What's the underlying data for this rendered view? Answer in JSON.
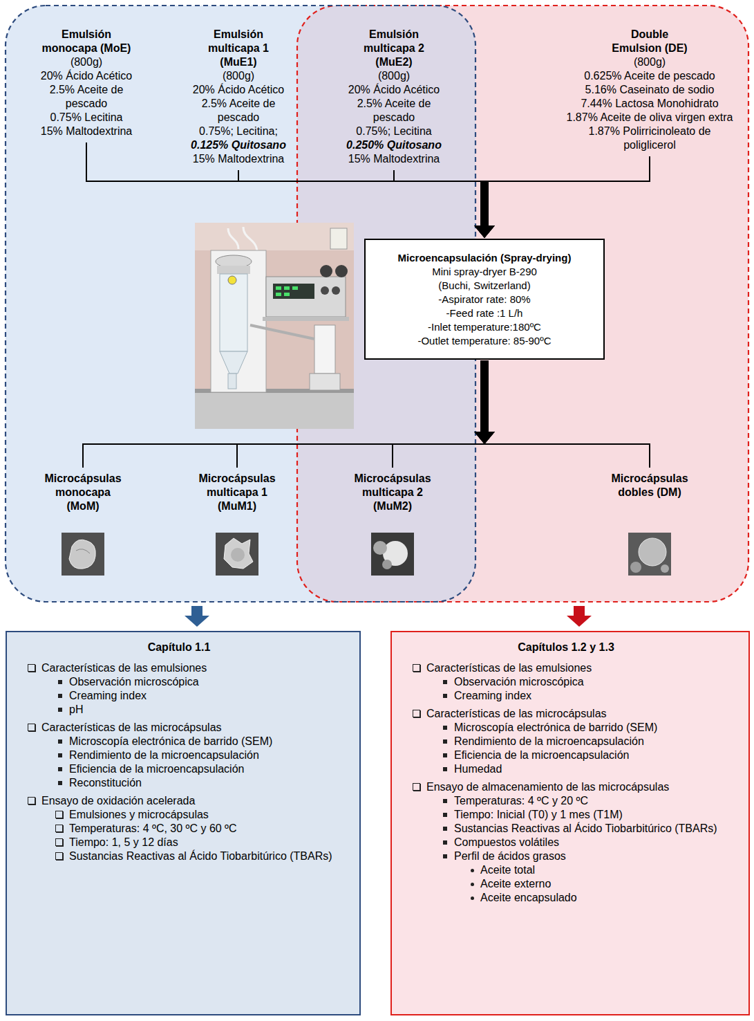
{
  "diagram": {
    "nodes": [
      {
        "text": [
          "Emulsión monocapa (MoE)",
          "(800g)",
          "20% Ácido Acético",
          "2.5% Aceite de pescado",
          "0.75% Lecitina",
          "15% Maltodextrina"
        ]
      },
      {
        "text": [
          "Emulsión multicapa 1 (MuE1)",
          "(800g)",
          "20% Ácido Acético",
          "2.5% Aceite de pescado",
          "0.75%; Lecitina;",
          "0.125% Quitosano",
          "15% Maltodextrina"
        ]
      },
      {
        "text": [
          "Emulsión multicapa 2 (MuE2)",
          "(800g)",
          "20% Ácido Acético",
          "2.5% Aceite de pescado",
          "0.75%; Lecitina",
          "0.250% Quitosano",
          "15% Maltodextrina"
        ]
      },
      {
        "text": [
          "Double Emulsion (DE)",
          "(800g)",
          "0.625% Aceite de pescado",
          "5.16% Caseinato de sodio",
          "7.44% Lactosa Monohidrato",
          "1.87% Aceite de oliva virgen extra",
          "1.87% Polirricinoleato de poliglicerol"
        ]
      },
      {
        "text": [
          "Microencapsulación (Spray-drying)",
          "Mini spray-dryer B-290",
          "(Buchi, Switzerland)",
          "-Aspirator rate: 80%",
          "-Feed rate :1 L/h",
          "-Inlet temperature:180ºC",
          "-Outlet temperature: 85-90ºC"
        ]
      },
      {
        "text": [
          "Microcápsulas monocapa (MoM)"
        ]
      },
      {
        "text": [
          "Microcápsulas multicapa 1 (MuM1)"
        ]
      },
      {
        "text": [
          "Microcápsulas multicapa 2 (MuM2)"
        ]
      },
      {
        "text": [
          "Microcápsulas dobles (DM)"
        ]
      },
      {
        "text": [
          "Capítulo 1.1",
          "Características de las emulsiones",
          "Observación microscópica",
          "Creaming index",
          "pH",
          "Características de las microcápsulas",
          "Microscopía electrónica de barrido (SEM)",
          "Rendimiento de la microencapsulación",
          "Eficiencia de la microencapsulación",
          "Reconstitución",
          "Ensayo de oxidación acelerada",
          "Emulsiones y microcápsulas",
          "Temperaturas: 4 ºC, 30 ºC y 60 ºC",
          "Tiempo: 1, 5 y 12 días",
          "Sustancias Reactivas al Ácido Tiobarbitúrico (TBARs)"
        ]
      },
      {
        "text": [
          "Capítulos 1.2 y 1.3",
          "Características de las emulsiones",
          "Observación microscópica",
          "Creaming index",
          "Características de las microcápsulas",
          "Microscopía electrónica de barrido (SEM)",
          "Rendimiento de la microencapsulación",
          "Eficiencia de la microencapsulación",
          "Humedad",
          "Ensayo de almacenamiento de las microcápsulas",
          "Temperaturas: 4 ºC y 20 ºC",
          "Tiempo: Inicial (T0) y 1 mes (T1M)",
          "Sustancias Reactivas al Ácido Tiobarbitúrico (TBARs)",
          "Compuestos volátiles",
          "Perfil de ácidos grasos",
          "Aceite total",
          "Aceite externo",
          "Aceite encapsulado"
        ]
      }
    ],
    "edges": [
      {
        "from": 0,
        "to": 4,
        "arrow": "to"
      },
      {
        "from": 1,
        "to": 4,
        "arrow": "to"
      },
      {
        "from": 2,
        "to": 4,
        "arrow": "to"
      },
      {
        "from": 3,
        "to": 4,
        "arrow": "to"
      },
      {
        "from": 4,
        "to": 5,
        "arrow": "to"
      },
      {
        "from": 4,
        "to": 6,
        "arrow": "to"
      },
      {
        "from": 4,
        "to": 7,
        "arrow": "to"
      },
      {
        "from": 4,
        "to": 8,
        "arrow": "to"
      }
    ]
  }
}
